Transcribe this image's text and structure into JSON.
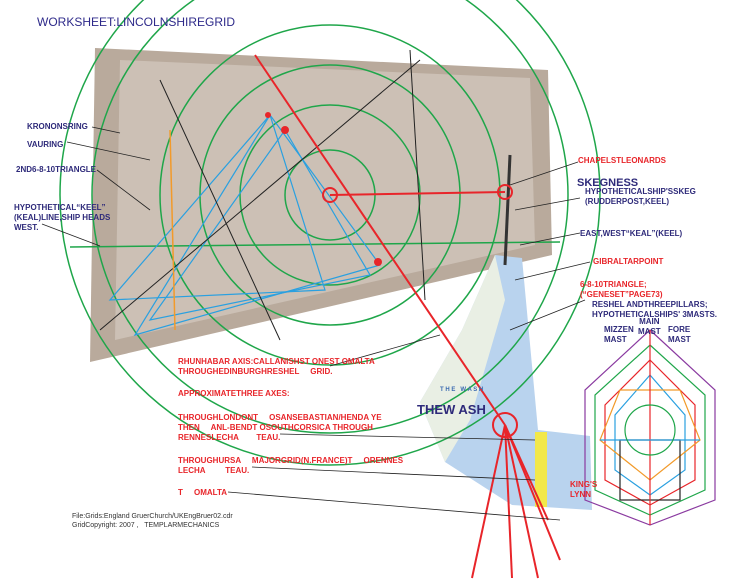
{
  "title": "WORKSHEET:LINCOLNSHIREGRID",
  "labels_left": {
    "krononsring": "KRONONSRING",
    "vauring": "VAURING",
    "second_triangle": "2ND6-8-10TRIANGLE",
    "keel_line": "HYPOTHETICAL“KEEL”\n(KEAL)LINE,SHIP HEADS\nWEST."
  },
  "labels_right": {
    "chapel": "CHAPELSTLEONARDS",
    "skegness": "SKEGNESS",
    "skeg": "HYPOTHETICALSHIP'SSKEG\n(RUDDERPOST,KEEL)",
    "east_west": "EAST,WEST“KEAL”(KEEL)",
    "gibraltar": "GIBRALTARPOINT",
    "triangle": "6-8-10TRIANGLE;\n(“GENESET”PAGE73)",
    "reshel": "RESHEL ANDTHREEPILLARS;\nHYPOTHETICALSHIPS' 3MASTS.",
    "main_mast": "MAIN\nMAST",
    "mizzen_mast": "MIZZEN\nMAST",
    "fore_mast": "FORE\nMAST",
    "kings_lynn": "KING'S\nLYNN"
  },
  "labels_center": {
    "rhunhabar": "RHUNHABAR AXIS:CALLANISHST ONEST OMALTA\nTHROUGHEDINBURGHRESHEL     GRID.",
    "three_axes": "APPROXIMATETHREE AXES:",
    "london": "THROUGHLONDONT     OSANSEBASTIAN/HENDA YE\nTHEN     ANL-BENDT OSOUTHCORSICA THROUGH\nRENNESLECHA        TEAU.",
    "ursa": "THROUGHURSA     MAJORGRID(N.FRANCE)T     ORENNES\nLECHA         TEAU.",
    "malta": "T     OMALTA",
    "wash": "THEW ASH",
    "the_wash_map": "T H E   W A S H"
  },
  "footer": {
    "file": "File:Grids:England GruerChurch/UKEngBruer02.cdr",
    "copyright": "GridCopyright: 2007 ,   TEMPLARMECHANICS"
  },
  "colors": {
    "red": "#e8252a",
    "green": "#1fa64a",
    "blue_text": "#2e2a7a",
    "cyan": "#2aa0e0"
  }
}
